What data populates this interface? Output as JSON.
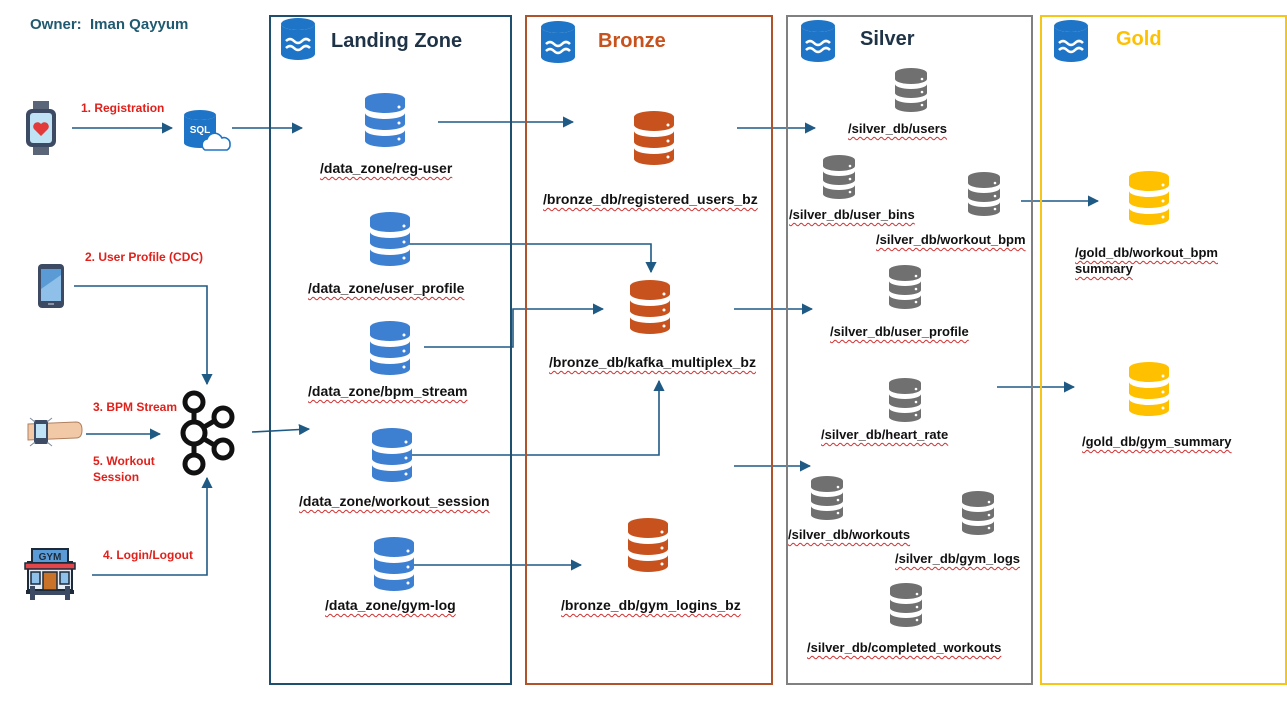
{
  "owner": "Owner:  Iman Qayyum",
  "colors": {
    "arrow": "#1f5a85",
    "landing_border": "#1f4f6f",
    "bronze_border": "#b0532a",
    "silver_border": "#808080",
    "gold_border": "#f5c518",
    "bucket_blue": "#1e74c6",
    "db_blue": "#3d7fd0",
    "db_orange": "#c8521d",
    "db_gray": "#707070",
    "db_gold": "#ffc000",
    "source_label": "#e0201b"
  },
  "zones": {
    "landing": {
      "title": "Landing Zone",
      "title_color": "#1f3347"
    },
    "bronze": {
      "title": "Bronze",
      "title_color": "#c8521d"
    },
    "silver": {
      "title": "Silver",
      "title_color": "#1f3347"
    },
    "gold": {
      "title": "Gold",
      "title_color": "#ffc000"
    }
  },
  "sources": {
    "registration": "1. Registration",
    "user_profile": "2. User Profile (CDC)",
    "bpm_stream": "3. BPM Stream",
    "workout_session": "5. Workout Session",
    "login_logout": "4. Login/Logout"
  },
  "source_icons": {
    "smartwatch": "smartwatch-icon",
    "sql": "sql-cloud-icon",
    "sql_text": "SQL",
    "phone": "smartphone-icon",
    "wrist": "wrist-sensor-icon",
    "kafka": "kafka-icon",
    "gym": "gym-building-icon",
    "gym_text": "GYM"
  },
  "landing_tables": {
    "reg_user": "/data_zone/reg-user",
    "user_profile": "/data_zone/user_profile",
    "bpm_stream": "/data_zone/bpm_stream",
    "workout_session": "/data_zone/workout_session",
    "gym_log": "/data_zone/gym-log"
  },
  "bronze_tables": {
    "registered_users": "/bronze_db/registered_users_bz",
    "kafka_multiplex": "/bronze_db/kafka_multiplex_bz",
    "gym_logins": "/bronze_db/gym_logins_bz"
  },
  "silver_tables": {
    "users": "/silver_db/users",
    "user_bins": "/silver_db/user_bins",
    "workout_bpm": "/silver_db/workout_bpm",
    "user_profile": "/silver_db/user_profile",
    "heart_rate": "/silver_db/heart_rate",
    "workouts": "/silver_db/workouts",
    "gym_logs": "/silver_db/gym_logs",
    "completed_workouts": "/silver_db/completed_workouts"
  },
  "gold_tables": {
    "workout_bpm_summary": "/gold_db/workout_bpm summary",
    "gym_summary": "/gold_db/gym_summary"
  }
}
